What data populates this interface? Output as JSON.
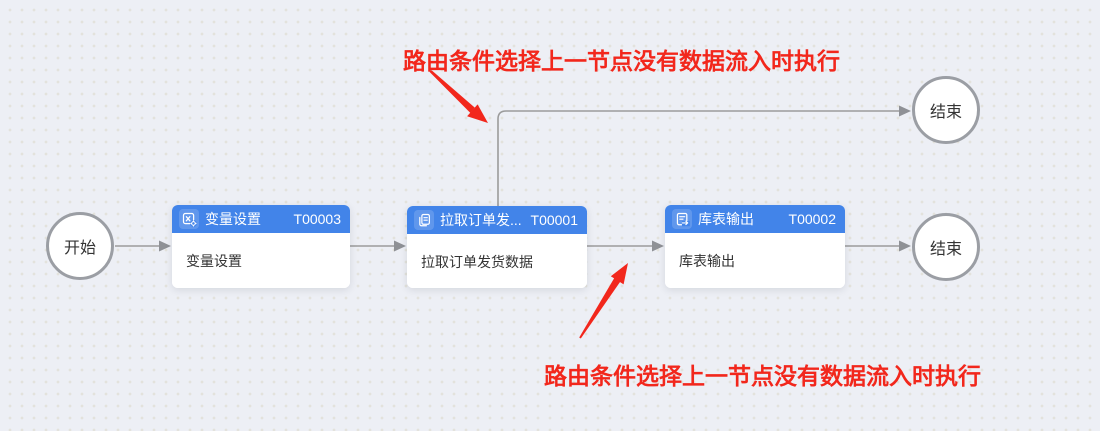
{
  "flow": {
    "start": {
      "label": "开始"
    },
    "tasks": [
      {
        "icon": "variable-settings-icon",
        "title": "变量设置",
        "code": "T00003",
        "body": "变量设置"
      },
      {
        "icon": "document-pull-icon",
        "title": "拉取订单发...",
        "code": "T00001",
        "body": "拉取订单发货数据"
      },
      {
        "icon": "table-export-icon",
        "title": "库表输出",
        "code": "T00002",
        "body": "库表输出"
      }
    ],
    "ends": [
      {
        "label": "结束"
      },
      {
        "label": "结束"
      }
    ]
  },
  "annotations": {
    "top_text": "路由条件选择上一节点没有数据流入时执行",
    "bottom_text": "路由条件选择上一节点没有数据流入时执行"
  },
  "colors": {
    "node_header_blue": "#4284e9",
    "connector_gray": "#9b9b9b",
    "annotation_red": "#f2271c",
    "canvas_background": "#edeff5"
  }
}
